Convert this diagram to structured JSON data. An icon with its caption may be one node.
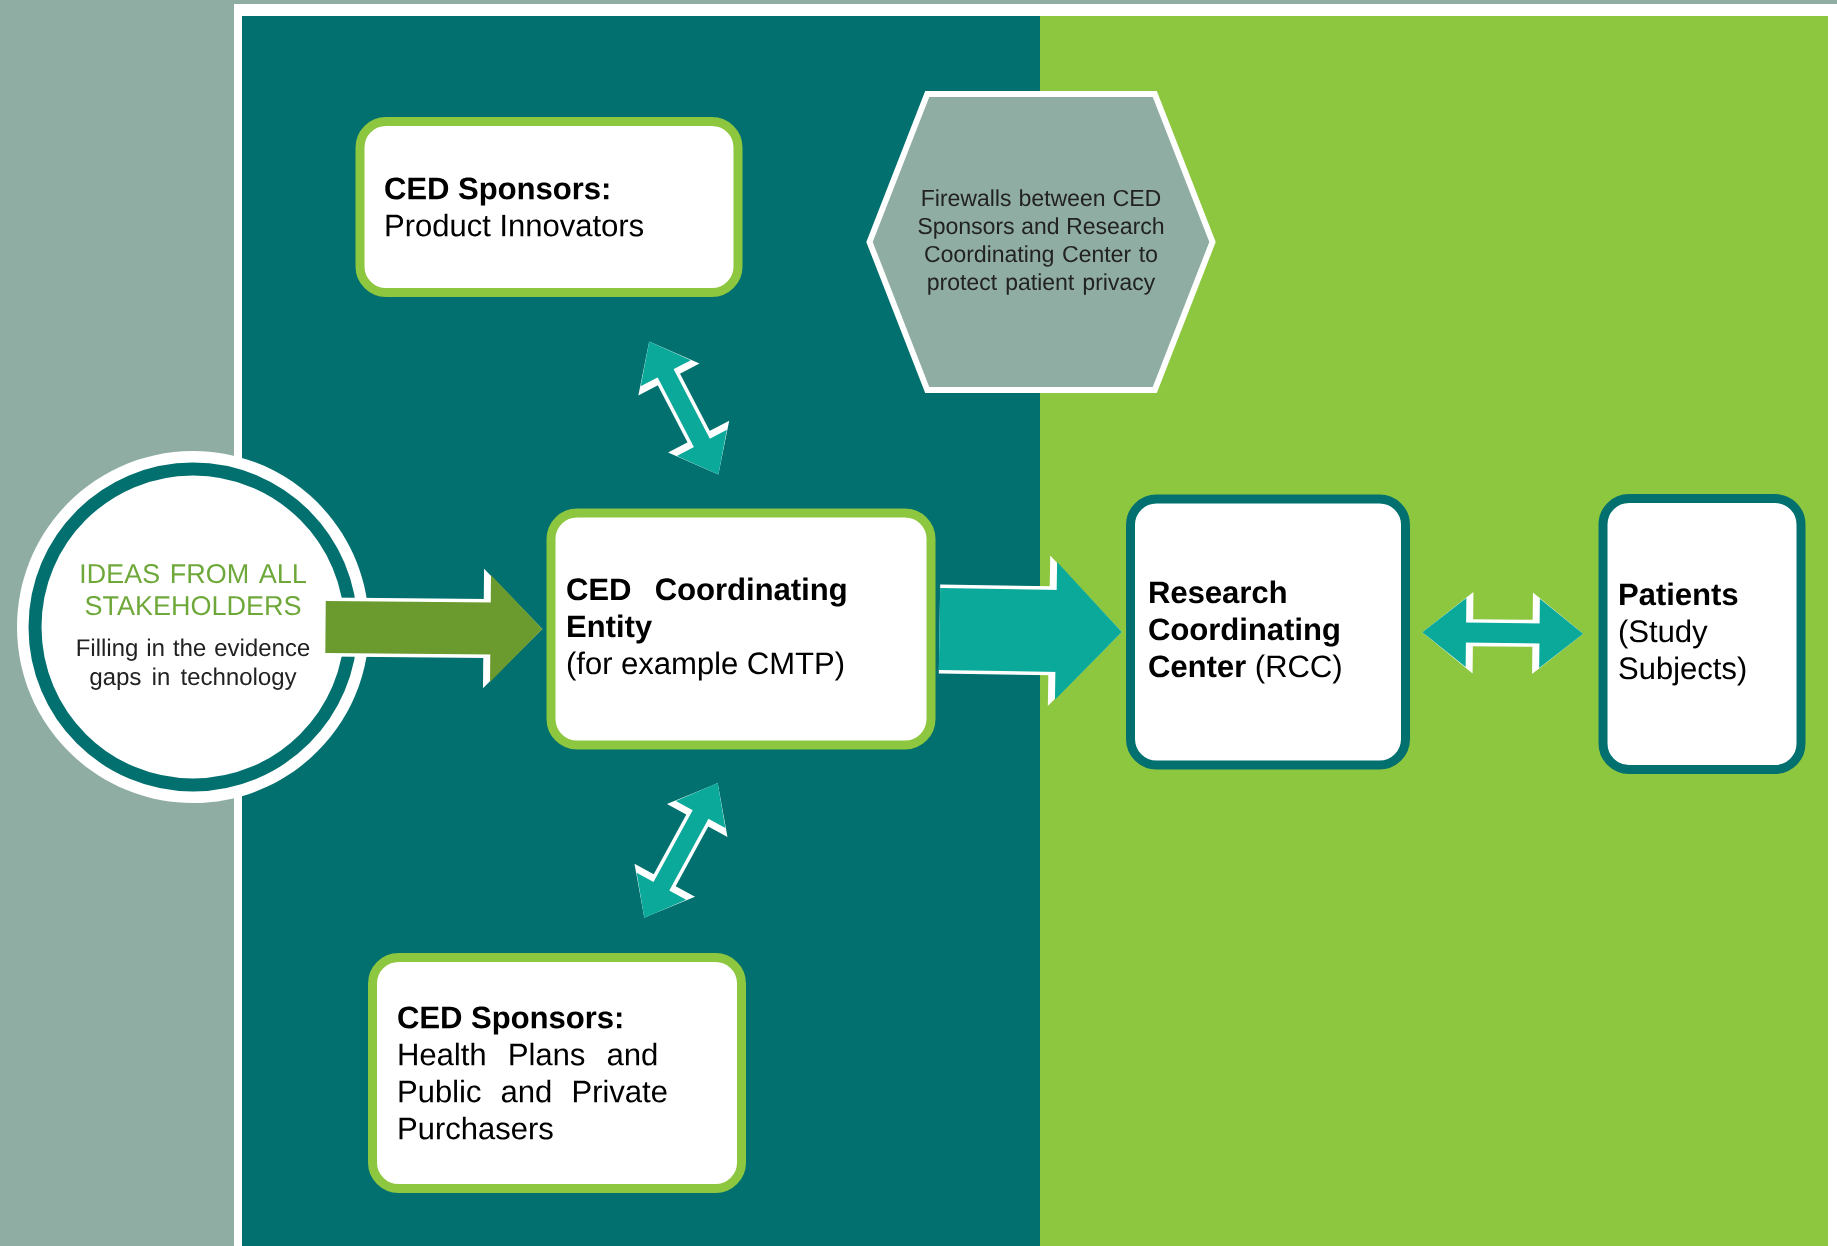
{
  "diagram": {
    "nodes": [
      {
        "text": [
          "IDEAS FROM ALL STAKEHOLDERS",
          "Filling in the evidence gaps in technology"
        ]
      },
      {
        "text": [
          "CED Sponsors:",
          "Product Innovators"
        ]
      },
      {
        "text": [
          "Firewalls between CED Sponsors and Research Coordinating Center to protect patient privacy"
        ]
      },
      {
        "text": [
          "CED Coordinating Entity",
          "(for example CMTP)"
        ]
      },
      {
        "text": [
          "CED Sponsors:",
          "Health Plans and Public and Private Purchasers"
        ]
      },
      {
        "text": [
          "**Research Coordinating Center** (RCC)"
        ]
      },
      {
        "text": [
          "**Patients** (Study Subjects)"
        ]
      }
    ],
    "edges": [
      {
        "from": 0,
        "to": 3,
        "arrow": "to",
        "style": "thick",
        "color": "#6b9a2e"
      },
      {
        "from": 3,
        "to": 5,
        "arrow": "to",
        "style": "thick"
      },
      {
        "from": 5,
        "to": 6,
        "arrow": "both"
      },
      {
        "from": 1,
        "to": 3,
        "arrow": "both"
      },
      {
        "from": 3,
        "to": 4,
        "arrow": "both"
      }
    ]
  }
}
